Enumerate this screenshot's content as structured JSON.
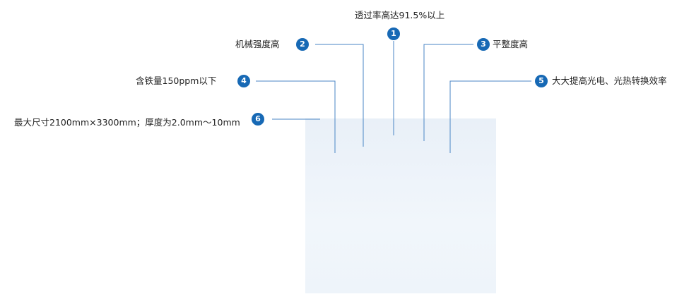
{
  "features": [
    {
      "number": "1",
      "label": "透过率高达91.5%以上"
    },
    {
      "number": "2",
      "label": "机械强度高"
    },
    {
      "number": "3",
      "label": "平整度高"
    },
    {
      "number": "4",
      "label": "含铁量150ppm以下"
    },
    {
      "number": "5",
      "label": "大大提高光电、光热转换效率"
    },
    {
      "number": "6",
      "label": "最大尺寸2100mm×3300mm；厚度为2.0mm～10mm"
    }
  ],
  "colors": {
    "badge": "#1769b5",
    "leader_line": "#4a86c5",
    "glass_panel": "#eaf1f8"
  }
}
